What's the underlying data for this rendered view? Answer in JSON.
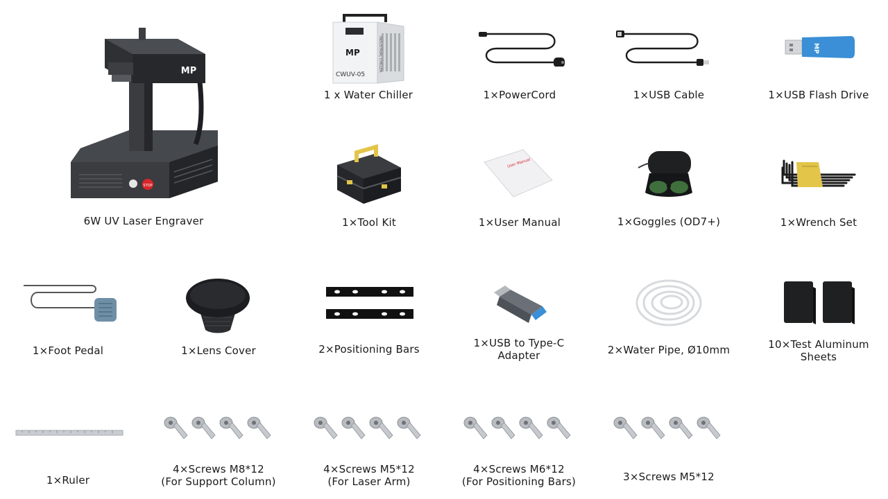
{
  "items": {
    "engraver": "6W UV Laser Engraver",
    "chiller": "1 x Water Chiller",
    "power_cord": "1×PowerCord",
    "usb_cable": "1×USB Cable",
    "usb_flash": "1×USB Flash Drive",
    "tool_kit": "1×Tool Kit",
    "manual": "1×User Manual",
    "goggles": "1×Goggles (OD7+)",
    "wrench": "1×Wrench Set",
    "foot_pedal": "1×Foot Pedal",
    "lens_cover": "1×Lens Cover",
    "positioning_bars": "2×Positioning Bars",
    "usb_typec_1": "1×USB to Type-C",
    "usb_typec_2": "Adapter",
    "water_pipe": "2×Water Pipe, Ø10mm",
    "aluminum_1": "10×Test Aluminum",
    "aluminum_2": "Sheets",
    "ruler": "1×Ruler",
    "screws_m8_1": "4×Screws M8*12",
    "screws_m8_2": "(For Support Column)",
    "screws_m5_1": "4×Screws M5*12",
    "screws_m5_2": "(For Laser Arm)",
    "screws_m6_1": "4×Screws M6*12",
    "screws_m6_2": "(For Positioning Bars)",
    "screws_m5b": "3×Screws M5*12"
  },
  "print": {
    "chiller_model": "CWUV-05",
    "chiller_side": "INDUSTRIAL CHILLER",
    "brand": "MP",
    "stop_button": "STOP",
    "manual_cover": "User Manual",
    "flash_brand": "MP"
  },
  "colors": {
    "background": "#ffffff",
    "machine_body": "#2b2d30",
    "flash_drive": "#3a8fd6",
    "wrench_handle": "#e3c54a",
    "pedal": "#6f8fa6",
    "stop_red": "#d9262b"
  }
}
